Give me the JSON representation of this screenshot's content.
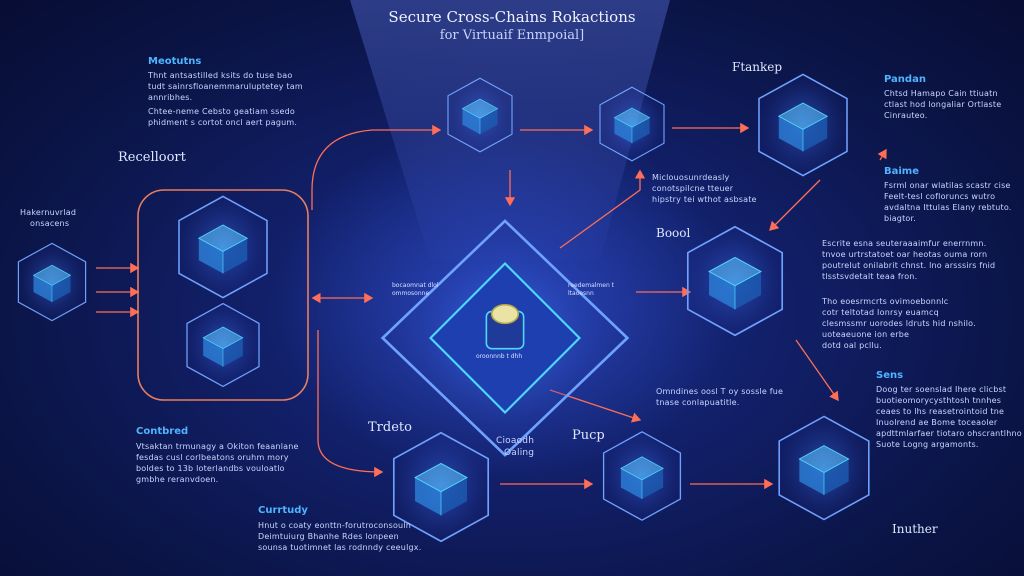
{
  "title": {
    "line1": "Secure Cross-Chains Rokactions",
    "line2": "for Virtuaif Enmpoial]"
  },
  "labels": {
    "mechanics": {
      "heading": "Meotutns",
      "p1": [
        "Thnt antsastilled ksits do tuse bao",
        "tudt sainrsfloanemmaruluptetey tam",
        "annribhes."
      ],
      "p2": [
        "Chtee-neme Cebsto geatiam ssedo",
        "phidment s cortot oncl aert pagum."
      ]
    },
    "receipt": {
      "heading": "Recelloort"
    },
    "left_node": {
      "label": [
        "Hakernuvrlad",
        "onsacens"
      ]
    },
    "control": {
      "heading": "Contbred",
      "lines": [
        "Vtsaktan trmunagy a Okiton feaanlane",
        "fesdas cusl corlbeatons oruhm mory",
        "boldes to 13b loterlandbs vouloatlo",
        "gmbhe reranvdoen."
      ]
    },
    "currency": {
      "heading": "Currtudy",
      "lines": [
        "Hnut o coaty eonttn-forutroconsouln",
        "Deimtuiurg Bhanhe Rdes lonpeen",
        "sounsa tuotimnet las rodnndy ceeulgx."
      ]
    },
    "center_caption": {
      "lines": [
        "Miclouosunrdeasly",
        "conotspilcne tteuer",
        "hipstry tei wthot asbsate"
      ]
    },
    "hub_left": {
      "lines": [
        "bocaomnat dlol",
        "ommosonne"
      ]
    },
    "hub_right": {
      "lines": [
        "reedemalmen t",
        "ltaoesnn"
      ]
    },
    "hub_bottom": "oroonnnb t dhh",
    "mid_note": {
      "lines": [
        "Omndines oosl T oy sossle fue",
        "tnase conlapuatitle."
      ]
    },
    "fankep": {
      "heading": "Ftankep"
    },
    "pandan": {
      "heading": "Pandan",
      "lines": [
        "Chtsd Hamapo Cain ttiuatn",
        "ctlast hod longaliar Ortlaste",
        "Cinrauteo."
      ]
    },
    "baime": {
      "heading": "Baime",
      "lines": [
        "Fsrml onar wlatilas scastr cise",
        "Feelt-tesl cofloruncs wutro",
        "avdaltna Ittulas Elany rebtuto.",
        "biagtor."
      ]
    },
    "boool": {
      "heading": "Boool"
    },
    "right_block1": {
      "lines": [
        "Escrite esna seuteraaaimfur enerrnmn.",
        "tnvoe urtrstatoet oar heotas ouma rorn",
        "poutrelut onilabrit chnst. lno arsssirs fnid",
        "tlsstsvdetalt teaa fron."
      ]
    },
    "right_block2": {
      "lines": [
        "Tho eoesrmcrts ovimoebonnlc",
        "cotr teltotad Ionrsy euamcq",
        "clesmssmr uorodes ldruts hid nshilo.",
        "uoteaeuone ion erbe",
        "dotd oal pcllu."
      ]
    },
    "sens": {
      "heading": "Sens",
      "lines": [
        "Doog ter soenslad Ihere clicbst",
        "buotieomorycysthtosh tnnhes",
        "ceaes to lhs reasetrointoid tne",
        "Inuolrend ae Bome toceaoler",
        "apdttmlarfaer tiotaro ohscrantlhno",
        "Suote Logng argamonts."
      ]
    },
    "tredo": {
      "heading": "Trdeto"
    },
    "cioaodh": {
      "lines": [
        "Cioaodh",
        "Oaling"
      ]
    },
    "pucp": {
      "heading": "Pucp"
    },
    "inuther": {
      "heading": "Inuther"
    }
  },
  "colors": {
    "cyan": "#4fd8ff",
    "red_arrow": "#ff6e56",
    "orange_frame": "#ff8a5c",
    "node_edge": "#6fa2ff",
    "background": "#0b1548"
  },
  "nodes": [
    {
      "name": "top-center-node",
      "icon": "cube-server-icon"
    },
    {
      "name": "top-mid-node",
      "icon": "circuit-chip-icon"
    },
    {
      "name": "top-right-node",
      "icon": "cube-stack-icon"
    },
    {
      "name": "left-small-node",
      "icon": "server-stack-icon"
    },
    {
      "name": "receipt-cube-node",
      "icon": "cube-server-icon"
    },
    {
      "name": "receipt-chip-node",
      "icon": "chip-icon"
    },
    {
      "name": "hub-node",
      "icon": "coin-chip-icon"
    },
    {
      "name": "boool-node",
      "icon": "cube-stack-icon"
    },
    {
      "name": "tredo-node",
      "icon": "flame-icon"
    },
    {
      "name": "pucp-node",
      "icon": "lamp-chip-icon"
    },
    {
      "name": "inuther-node",
      "icon": "server-tower-icon"
    }
  ]
}
